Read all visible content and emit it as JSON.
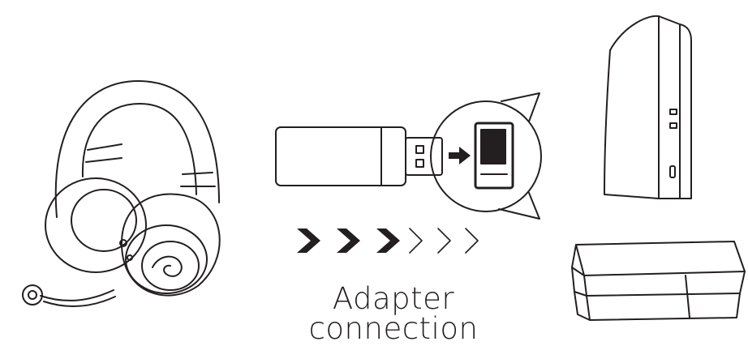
{
  "caption": "Adapter connection",
  "colors": {
    "line": "#231f20",
    "background": "#ffffff"
  },
  "illustrations": {
    "headset": "gaming-headset-with-boom-mic",
    "adapter": "usb-wireless-dongle",
    "port_zoom": "usb-port-callout",
    "console_top": "ps5-console",
    "console_bottom": "ps4-console"
  },
  "arrows": {
    "filled_count": 3,
    "outline_count": 3,
    "direction": "right"
  }
}
